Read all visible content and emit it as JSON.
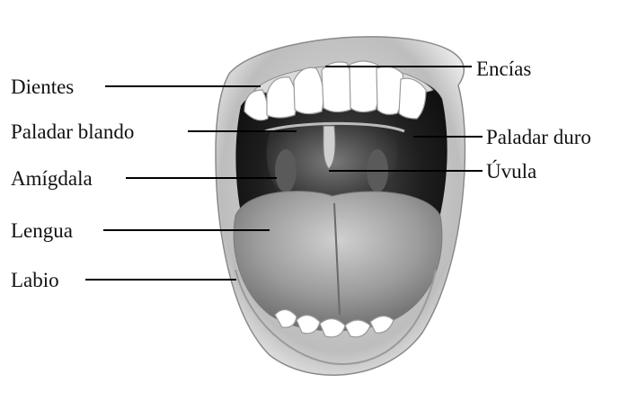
{
  "labels": {
    "dientes": "Dientes",
    "paladar_blando": "Paladar blando",
    "amigdala": "Amígdala",
    "lengua": "Lengua",
    "labio": "Labio",
    "encias": "Encías",
    "paladar_duro": "Paladar duro",
    "uvula": "Úvula"
  },
  "colors": {
    "text": "#111111",
    "line": "#000000",
    "lip": "#c8c8c8",
    "cavity": "#2a2a2a",
    "tongue": "#9a9a9a",
    "teeth": "#ffffff"
  }
}
